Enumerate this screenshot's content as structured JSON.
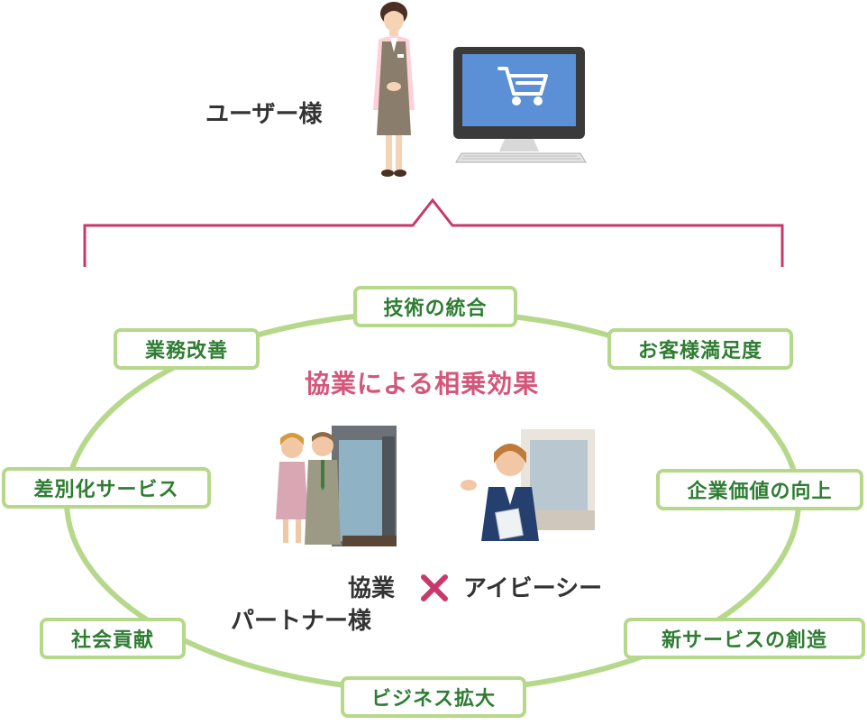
{
  "top": {
    "user_label": "ユーザー様"
  },
  "center": {
    "synergy_title": "協業による相乗効果",
    "partner_line1": "協業",
    "partner_line2": "パートナー様",
    "company_name": "アイビーシー"
  },
  "cycle_items": [
    "技術の統合",
    "お客様満足度",
    "企業価値の向上",
    "新サービスの創造",
    "ビジネス拡大",
    "社会貢献",
    "差別化サービス",
    "業務改善"
  ],
  "colors": {
    "ellipse": "#b6d88a",
    "pill_text": "#2e7d32",
    "bracket": "#c8386a",
    "synergy_text": "#d4567a",
    "cross": "#c8386a",
    "monitor_screen": "#5b8fd6"
  },
  "icons": {
    "user": "woman-staff-icon",
    "computer": "desktop-computer-icon",
    "cart": "shopping-cart-icon",
    "partners": "business-people-with-building-icon",
    "company": "receptionist-with-building-icon",
    "cross": "cross-icon"
  }
}
